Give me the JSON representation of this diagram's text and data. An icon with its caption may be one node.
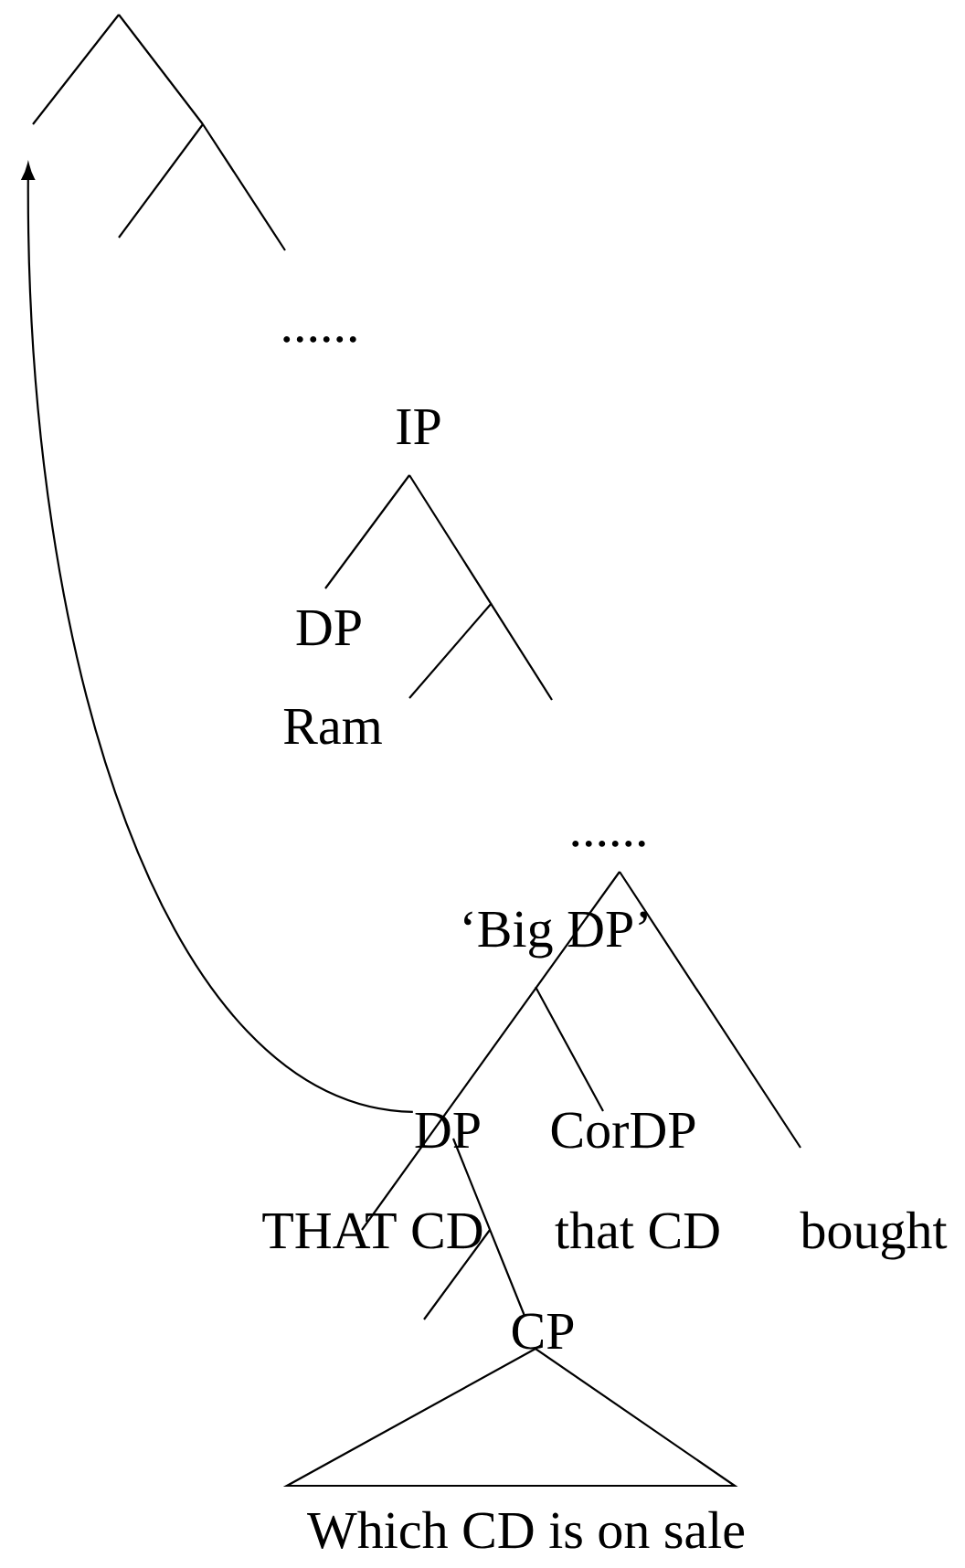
{
  "diagram": {
    "nodes": [
      {
        "text": [
          "DP"
        ]
      },
      {
        "text": [],
        "shape": "picture"
      }
    ],
    "edges": [
      {
        "from": 0,
        "to": 1,
        "arrow": "to"
      }
    ],
    "labels": [
      "......",
      "IP",
      "DP",
      "Ram",
      "......",
      "‘Big DP’",
      "CorDP",
      "THAT CD",
      "that CD",
      "bought",
      "CP",
      "Which CD is on sale"
    ]
  }
}
